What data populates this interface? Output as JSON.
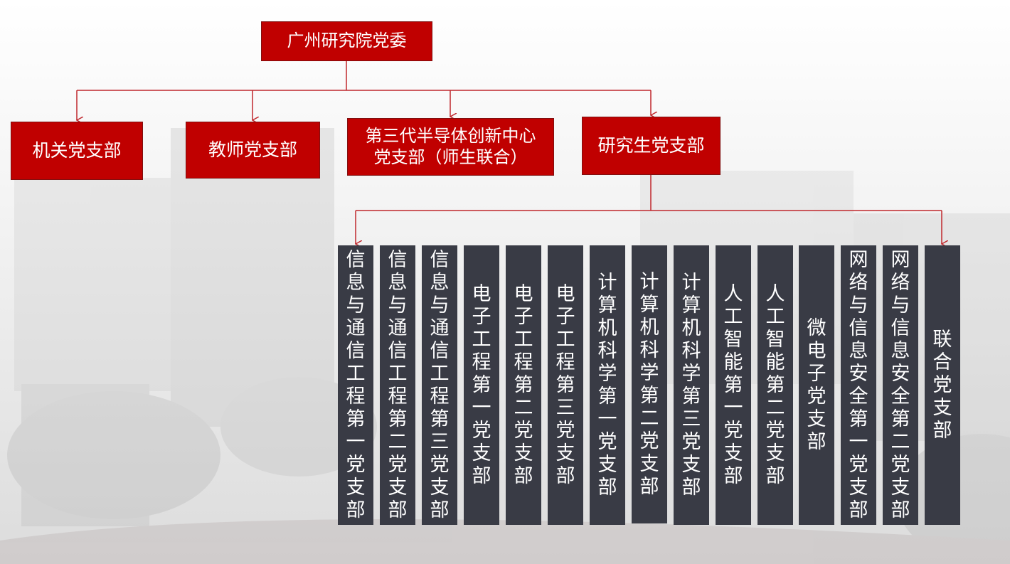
{
  "root": {
    "label": "广州研究院党委"
  },
  "branches": [
    {
      "lines": [
        "机关党支部"
      ]
    },
    {
      "lines": [
        "教师党支部"
      ]
    },
    {
      "lines": [
        "第三代半导体创新中心",
        "党支部（师生联合）"
      ]
    },
    {
      "lines": [
        "研究生党支部"
      ]
    }
  ],
  "sub_branches": [
    {
      "label": "信息与通信工程第一党支部"
    },
    {
      "label": "信息与通信工程第二党支部"
    },
    {
      "label": "信息与通信工程第三党支部"
    },
    {
      "label": "电子工程第一党支部"
    },
    {
      "label": "电子工程第二党支部"
    },
    {
      "label": "电子工程第三党支部"
    },
    {
      "label": "计算机科学第一党支部"
    },
    {
      "label": "计算机科学第二党支部"
    },
    {
      "label": "计算机科学第三党支部"
    },
    {
      "label": "人工智能第一党支部"
    },
    {
      "label": "人工智能第二党支部"
    },
    {
      "label": "微电子党支部"
    },
    {
      "label": "网络与信息安全第一党支部"
    },
    {
      "label": "网络与信息安全第二党支部"
    },
    {
      "label": "联合党支部"
    }
  ],
  "colors": {
    "box_red": "#c00000",
    "column_dark": "#393b45",
    "connector": "#c0282d"
  }
}
